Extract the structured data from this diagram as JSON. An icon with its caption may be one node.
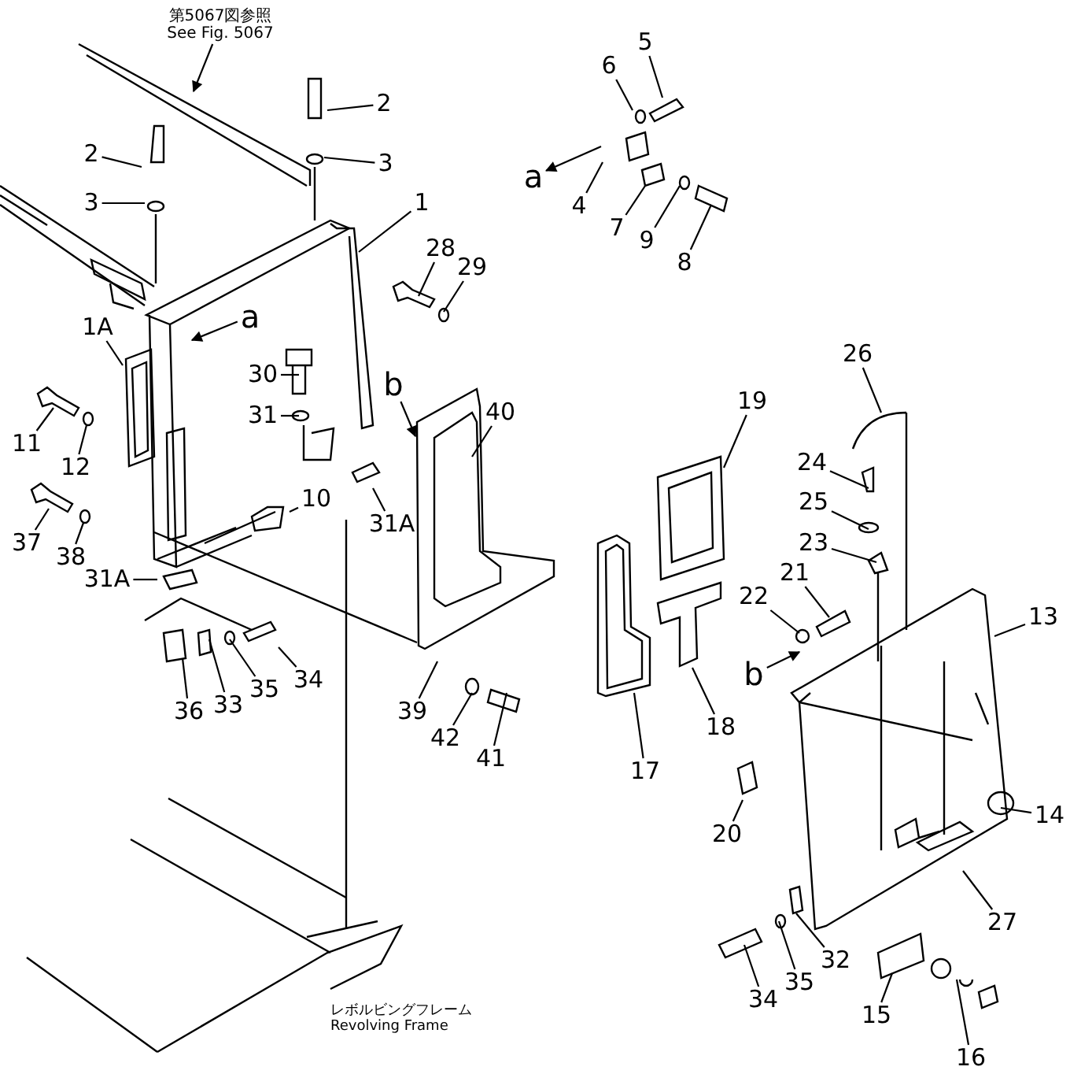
{
  "diagram": {
    "nodes": [
      {
        "text": [
          "第5067図参照",
          "See Fig. 5067"
        ]
      },
      {
        "text": [
          "2"
        ]
      },
      {
        "text": [
          "3"
        ]
      },
      {
        "text": [
          "2"
        ]
      },
      {
        "text": [
          "3"
        ]
      },
      {
        "text": [
          "1"
        ]
      },
      {
        "text": [
          "28"
        ]
      },
      {
        "text": [
          "29"
        ]
      },
      {
        "text": [
          "a"
        ]
      },
      {
        "text": [
          "1A"
        ]
      },
      {
        "text": [
          "30"
        ]
      },
      {
        "text": [
          "31"
        ]
      },
      {
        "text": [
          "b"
        ]
      },
      {
        "text": [
          "10"
        ]
      },
      {
        "text": [
          "31A"
        ]
      },
      {
        "text": [
          "40"
        ]
      },
      {
        "text": [
          "11"
        ]
      },
      {
        "text": [
          "12"
        ]
      },
      {
        "text": [
          "37"
        ]
      },
      {
        "text": [
          "38"
        ]
      },
      {
        "text": [
          "31A"
        ]
      },
      {
        "text": [
          "36"
        ]
      },
      {
        "text": [
          "33"
        ]
      },
      {
        "text": [
          "35"
        ]
      },
      {
        "text": [
          "34"
        ]
      },
      {
        "text": [
          "39"
        ]
      },
      {
        "text": [
          "42"
        ]
      },
      {
        "text": [
          "41"
        ]
      },
      {
        "text": [
          "5"
        ]
      },
      {
        "text": [
          "6"
        ]
      },
      {
        "text": [
          "a"
        ]
      },
      {
        "text": [
          "4"
        ]
      },
      {
        "text": [
          "7"
        ]
      },
      {
        "text": [
          "9"
        ]
      },
      {
        "text": [
          "8"
        ]
      },
      {
        "text": [
          "26"
        ]
      },
      {
        "text": [
          "19"
        ]
      },
      {
        "text": [
          "24"
        ]
      },
      {
        "text": [
          "25"
        ]
      },
      {
        "text": [
          "23"
        ]
      },
      {
        "text": [
          "21"
        ]
      },
      {
        "text": [
          "22"
        ]
      },
      {
        "text": [
          "13"
        ]
      },
      {
        "text": [
          "b"
        ]
      },
      {
        "text": [
          "18"
        ]
      },
      {
        "text": [
          "17"
        ]
      },
      {
        "text": [
          "20"
        ]
      },
      {
        "text": [
          "14"
        ]
      },
      {
        "text": [
          "27"
        ]
      },
      {
        "text": [
          "32"
        ]
      },
      {
        "text": [
          "34"
        ]
      },
      {
        "text": [
          "35"
        ]
      },
      {
        "text": [
          "15"
        ]
      },
      {
        "text": [
          "16"
        ]
      }
    ],
    "edges": [
      {
        "from": 0,
        "to": null,
        "arrow": "to"
      },
      {
        "from": 1,
        "to": null,
        "arrow": "none"
      },
      {
        "from": 2,
        "to": null,
        "arrow": "none"
      },
      {
        "from": 3,
        "to": null,
        "arrow": "none"
      },
      {
        "from": 4,
        "to": null,
        "arrow": "none"
      },
      {
        "from": 5,
        "to": null,
        "arrow": "none"
      },
      {
        "from": 6,
        "to": null,
        "arrow": "none"
      },
      {
        "from": 7,
        "to": null,
        "arrow": "none"
      },
      {
        "from": 8,
        "to": null,
        "arrow": "to"
      },
      {
        "from": 9,
        "to": null,
        "arrow": "none"
      },
      {
        "from": 10,
        "to": null,
        "arrow": "none"
      },
      {
        "from": 11,
        "to": null,
        "arrow": "none"
      },
      {
        "from": 12,
        "to": null,
        "arrow": "to"
      },
      {
        "from": 13,
        "to": null,
        "arrow": "none"
      },
      {
        "from": 14,
        "to": null,
        "arrow": "none"
      },
      {
        "from": 15,
        "to": null,
        "arrow": "none"
      },
      {
        "from": 16,
        "to": null,
        "arrow": "none"
      },
      {
        "from": 17,
        "to": null,
        "arrow": "none"
      },
      {
        "from": 18,
        "to": null,
        "arrow": "none"
      },
      {
        "from": 19,
        "to": null,
        "arrow": "none"
      },
      {
        "from": 20,
        "to": null,
        "arrow": "none"
      },
      {
        "from": 21,
        "to": null,
        "arrow": "none"
      },
      {
        "from": 22,
        "to": null,
        "arrow": "none"
      },
      {
        "from": 23,
        "to": null,
        "arrow": "none"
      },
      {
        "from": 24,
        "to": null,
        "arrow": "none"
      },
      {
        "from": 25,
        "to": null,
        "arrow": "none"
      },
      {
        "from": 26,
        "to": null,
        "arrow": "none"
      },
      {
        "from": 27,
        "to": null,
        "arrow": "none"
      },
      {
        "from": 28,
        "to": null,
        "arrow": "none"
      },
      {
        "from": 29,
        "to": null,
        "arrow": "none"
      },
      {
        "from": null,
        "to": 30,
        "arrow": "to"
      },
      {
        "from": 31,
        "to": null,
        "arrow": "none"
      },
      {
        "from": 32,
        "to": null,
        "arrow": "none"
      },
      {
        "from": 33,
        "to": null,
        "arrow": "none"
      },
      {
        "from": 34,
        "to": null,
        "arrow": "none"
      },
      {
        "from": 35,
        "to": null,
        "arrow": "none"
      },
      {
        "from": 36,
        "to": null,
        "arrow": "none"
      },
      {
        "from": 37,
        "to": null,
        "arrow": "none"
      },
      {
        "from": 38,
        "to": null,
        "arrow": "none"
      },
      {
        "from": 39,
        "to": null,
        "arrow": "none"
      },
      {
        "from": 40,
        "to": null,
        "arrow": "none"
      },
      {
        "from": 41,
        "to": null,
        "arrow": "none"
      },
      {
        "from": 42,
        "to": null,
        "arrow": "none"
      },
      {
        "from": 43,
        "to": null,
        "arrow": "to"
      },
      {
        "from": 44,
        "to": null,
        "arrow": "none"
      },
      {
        "from": 45,
        "to": null,
        "arrow": "none"
      },
      {
        "from": 46,
        "to": null,
        "arrow": "none"
      },
      {
        "from": 47,
        "to": null,
        "arrow": "none"
      },
      {
        "from": 48,
        "to": null,
        "arrow": "none"
      },
      {
        "from": 49,
        "to": null,
        "arrow": "none"
      },
      {
        "from": 50,
        "to": null,
        "arrow": "none"
      },
      {
        "from": 51,
        "to": null,
        "arrow": "none"
      },
      {
        "from": 52,
        "to": null,
        "arrow": "none"
      },
      {
        "from": 53,
        "to": null,
        "arrow": "none"
      }
    ],
    "labels": [
      "レボルビングフレーム",
      "Revolving Frame"
    ]
  }
}
